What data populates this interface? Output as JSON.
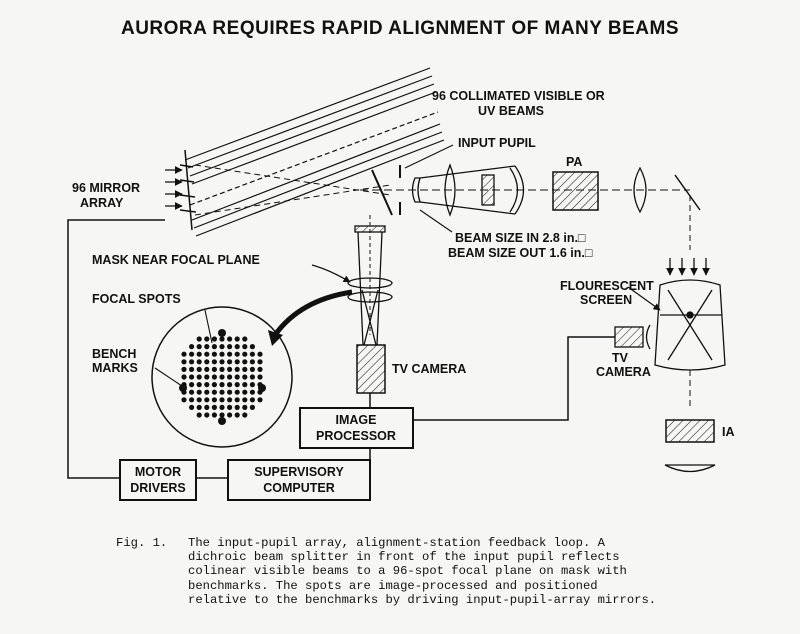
{
  "title": "AURORA REQUIRES RAPID ALIGNMENT OF MANY BEAMS",
  "labels": {
    "beams": [
      "96 COLLIMATED VISIBLE OR",
      "UV BEAMS"
    ],
    "input_pupil": "INPUT PUPIL",
    "pa": "PA",
    "mirror_array": [
      "96 MIRROR",
      "ARRAY"
    ],
    "beam_size_in": "BEAM SIZE IN 2.8 in.□",
    "beam_size_out": "BEAM SIZE OUT 1.6 in.□",
    "mask": "MASK NEAR FOCAL PLANE",
    "focal_spots": "FOCAL SPOTS",
    "bench_marks": [
      "BENCH",
      "MARKS"
    ],
    "tv_camera_left": "TV CAMERA",
    "fluorescent_screen": [
      "FLOURESCENT",
      "SCREEN"
    ],
    "tv_camera_right": [
      "TV",
      "CAMERA"
    ],
    "ia": "IA",
    "image_processor": [
      "IMAGE",
      "PROCESSOR"
    ],
    "motor_drivers": [
      "MOTOR",
      "DRIVERS"
    ],
    "supervisory_computer": [
      "SUPERVISORY",
      "COMPUTER"
    ]
  },
  "caption": {
    "label": "Fig. 1.",
    "text": "The input-pupil array, alignment-station feedback loop.  A\ndichroic beam splitter in front of the input pupil reflects\ncolinear visible beams to a 96-spot focal plane on mask with\nbenchmarks.  The spots are image-processed and positioned\nrelative to the benchmarks by driving input-pupil-array mirrors."
  }
}
